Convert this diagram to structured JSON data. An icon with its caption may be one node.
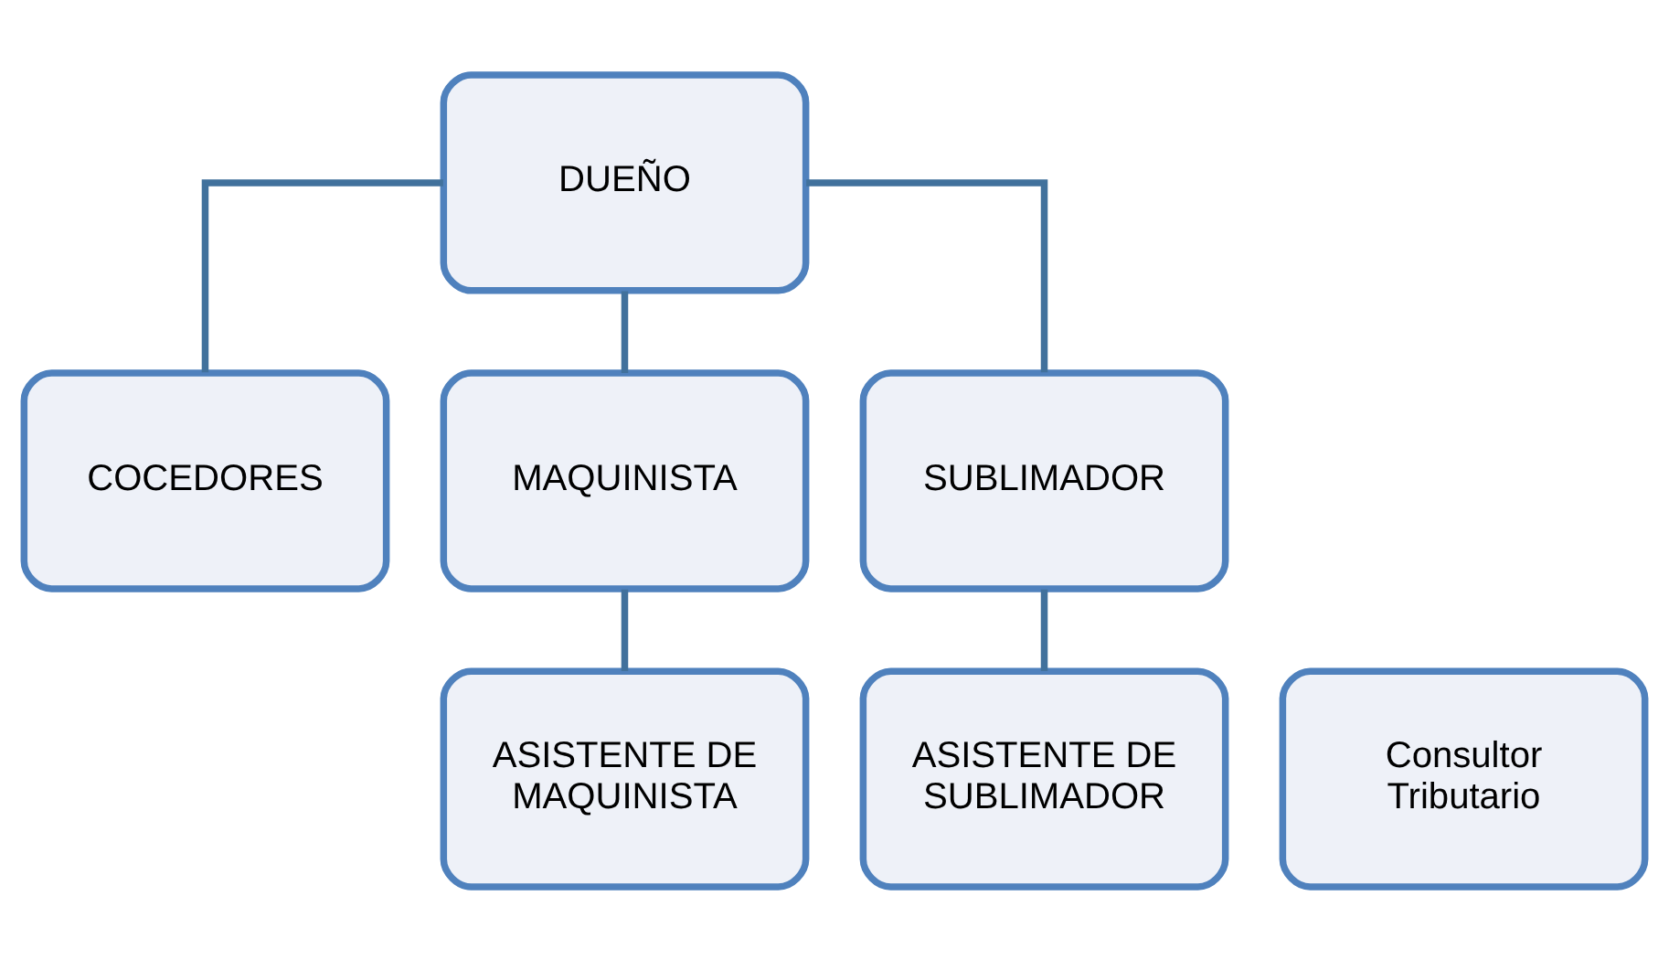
{
  "diagram": {
    "nodes": [
      {
        "text": [
          "DUEÑO"
        ]
      },
      {
        "text": [
          "COCEDORES"
        ]
      },
      {
        "text": [
          "MAQUINISTA"
        ]
      },
      {
        "text": [
          "SUBLIMADOR"
        ]
      },
      {
        "text": [
          "Consultor Tributario"
        ]
      },
      {
        "text": [
          "ASISTENTE DE MAQUINISTA"
        ]
      },
      {
        "text": [
          "ASISTENTE DE SUBLIMADOR"
        ]
      }
    ],
    "edges": [
      {
        "from": 0,
        "to": 1,
        "arrow": "none"
      },
      {
        "from": 0,
        "to": 2,
        "arrow": "none"
      },
      {
        "from": 0,
        "to": 3,
        "arrow": "none"
      },
      {
        "from": 2,
        "to": 5,
        "arrow": "none"
      },
      {
        "from": 3,
        "to": 6,
        "arrow": "none"
      }
    ]
  }
}
